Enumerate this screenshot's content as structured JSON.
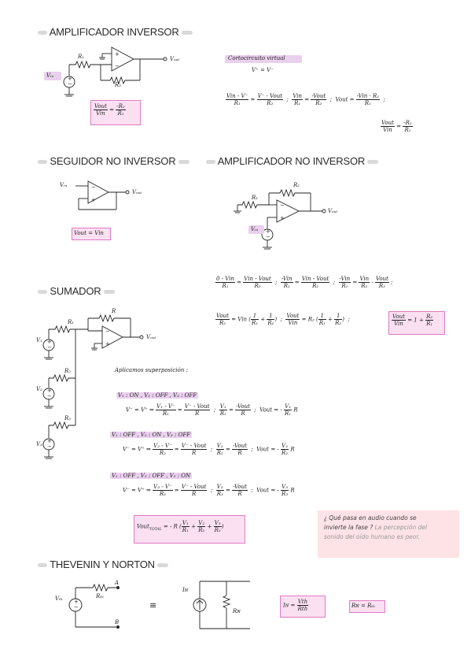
{
  "headers": {
    "inv": "AMPLIFICADOR INVERSOR",
    "follower": "SEGUIDOR NO INVERSOR",
    "noninv": "AMPLIFICADOR NO INVERSOR",
    "summer": "SUMADOR",
    "thevenin": "THEVENIN Y NORTON"
  },
  "inverter": {
    "labels": {
      "r1": "R₁",
      "r2": "R₂",
      "vin": "Vᵢₙ",
      "vout": "Vₒᵤₜ"
    },
    "gain_num": "Vout",
    "gain_den": "Vin",
    "gain_rhs_num": "-R₂",
    "gain_rhs_den": "R₁",
    "virtual_short": "Cortocircuito virtual",
    "vplus_eq": "V⁺ = V⁻",
    "eq1_a_num": "Vin - V⁻",
    "eq1_a_den": "R₁",
    "eq1_b_num": "V⁻ - Vout",
    "eq1_b_den": "R₂",
    "eq2_a_num": "Vin",
    "eq2_a_den": "R₁",
    "eq2_b_num": "-Vout",
    "eq2_b_den": "R₂",
    "eq3_lhs": "Vout =",
    "eq3_num": "-Vin · R₂",
    "eq3_den": "R₁",
    "eq4_num": "Vout",
    "eq4_den": "Vin",
    "eq4_rhs_num": "-R₂",
    "eq4_rhs_den": "R₁"
  },
  "follower": {
    "labels": {
      "vin": "Vᵢₙ",
      "vout": "Vₒᵤₜ"
    },
    "result": "Vout = Vin"
  },
  "noninv": {
    "labels": {
      "r1": "R₁",
      "r2": "R₂",
      "vin": "Vᵢₙ",
      "vout": "Vₒᵤₜ"
    }
  },
  "noninv_eqs": {
    "a_num": "0 - Vin",
    "a_den": "R₁",
    "b_num": "Vin - Vout",
    "b_den": "R₂",
    "c_num": "-Vin",
    "c_den": "R₁",
    "d_num": "Vin - Vout",
    "d_den": "R₂",
    "e_num": "-Vin",
    "e_den": "R₁",
    "f_num": "Vin",
    "f_den": "R₂",
    "g_num": "Vout",
    "g_den": "R₂",
    "h_num": "Vout",
    "h_den": "R₂",
    "h_rhs": "= Vin",
    "i_num": "Vout",
    "i_den": "Vin",
    "i_rhs": "= R₂",
    "res_num": "Vout",
    "res_den": "Vin",
    "res_rhs": "= 1 +",
    "res_r_num": "R₂",
    "res_r_den": "R₁"
  },
  "summer": {
    "labels": {
      "r1": "R₁",
      "r2": "R₂",
      "r3": "R₃",
      "r": "R",
      "v1": "V₁",
      "v2": "V₂",
      "v3": "V₃",
      "vout": "Vₒᵤₜ"
    },
    "superposition": "Aplicamos superposición :",
    "case1": "V₁ : ON  ,  V₂ : OFF  ,  V₃ : OFF",
    "case2": "V₁ : OFF  ,  V₂ : ON  ,  V₃ : OFF",
    "case3": "V₁ : OFF  ,  V₂ : OFF  ,  V₃ : ON",
    "implies": "V⁻ = V⁺  ⇒",
    "c1_a_num": "V₁ - V⁻",
    "c1_a_den": "R₁",
    "c1_b_num": "V⁻ - Vout",
    "c1_b_den": "R",
    "c1_c_num": "V₁",
    "c1_c_den": "R₁",
    "c1_d_num": "-Vout",
    "c1_d_den": "R",
    "c1_res": "Vout = -",
    "c1_res_num": "V₁",
    "c1_res_den": "R₁",
    "c1_res_tail": "R",
    "c2_a_num": "V₂ - V⁻",
    "c2_a_den": "R₂",
    "c2_b_num": "V⁻ - Vout",
    "c2_b_den": "R",
    "c2_c_num": "V₂",
    "c2_c_den": "R₂",
    "c2_d_num": "-Vout",
    "c2_d_den": "R",
    "c2_res": "Vout = -",
    "c2_res_num": "V₂",
    "c2_res_den": "R₂",
    "c2_res_tail": "R",
    "c3_a_num": "V₃ - V⁻",
    "c3_a_den": "R₃",
    "c3_b_num": "V⁻ - Vout",
    "c3_b_den": "R",
    "c3_c_num": "V₃",
    "c3_c_den": "R₃",
    "c3_d_num": "-Vout",
    "c3_d_den": "R",
    "c3_res": "Vout = -",
    "c3_res_num": "V₃",
    "c3_res_den": "R₃",
    "c3_res_tail": "R",
    "total_lhs": "Vout",
    "total_sub": "TOTAL",
    "total_mid": "= - R",
    "t1_num": "V₁",
    "t1_den": "R₁",
    "t2_num": "V₂",
    "t2_den": "R₂",
    "t3_num": "V₃",
    "t3_den": "R₃"
  },
  "note": {
    "line1": "¿ Qué pasa en audio cuando se",
    "line2": "invierte la fase ?",
    "line2b": " La percepción del",
    "line3": "sonido del oído humano es peor."
  },
  "thevenin": {
    "labels": {
      "vth": "Vₜₕ",
      "rth": "Rₜₕ",
      "a": "A",
      "b": "B",
      "in": "Iɴ",
      "rn": "Rɴ"
    },
    "equiv": "≡",
    "in_lhs": "Iɴ =",
    "in_num": "Vth",
    "in_den": "Rth",
    "rn_eq": "Rɴ = Rₜₕ"
  },
  "colors": {
    "pink_border": "#e07ac3",
    "pink_fill": "#fbe0f2",
    "highlight": "#ead0ee",
    "note_bg": "#fde3e6"
  }
}
